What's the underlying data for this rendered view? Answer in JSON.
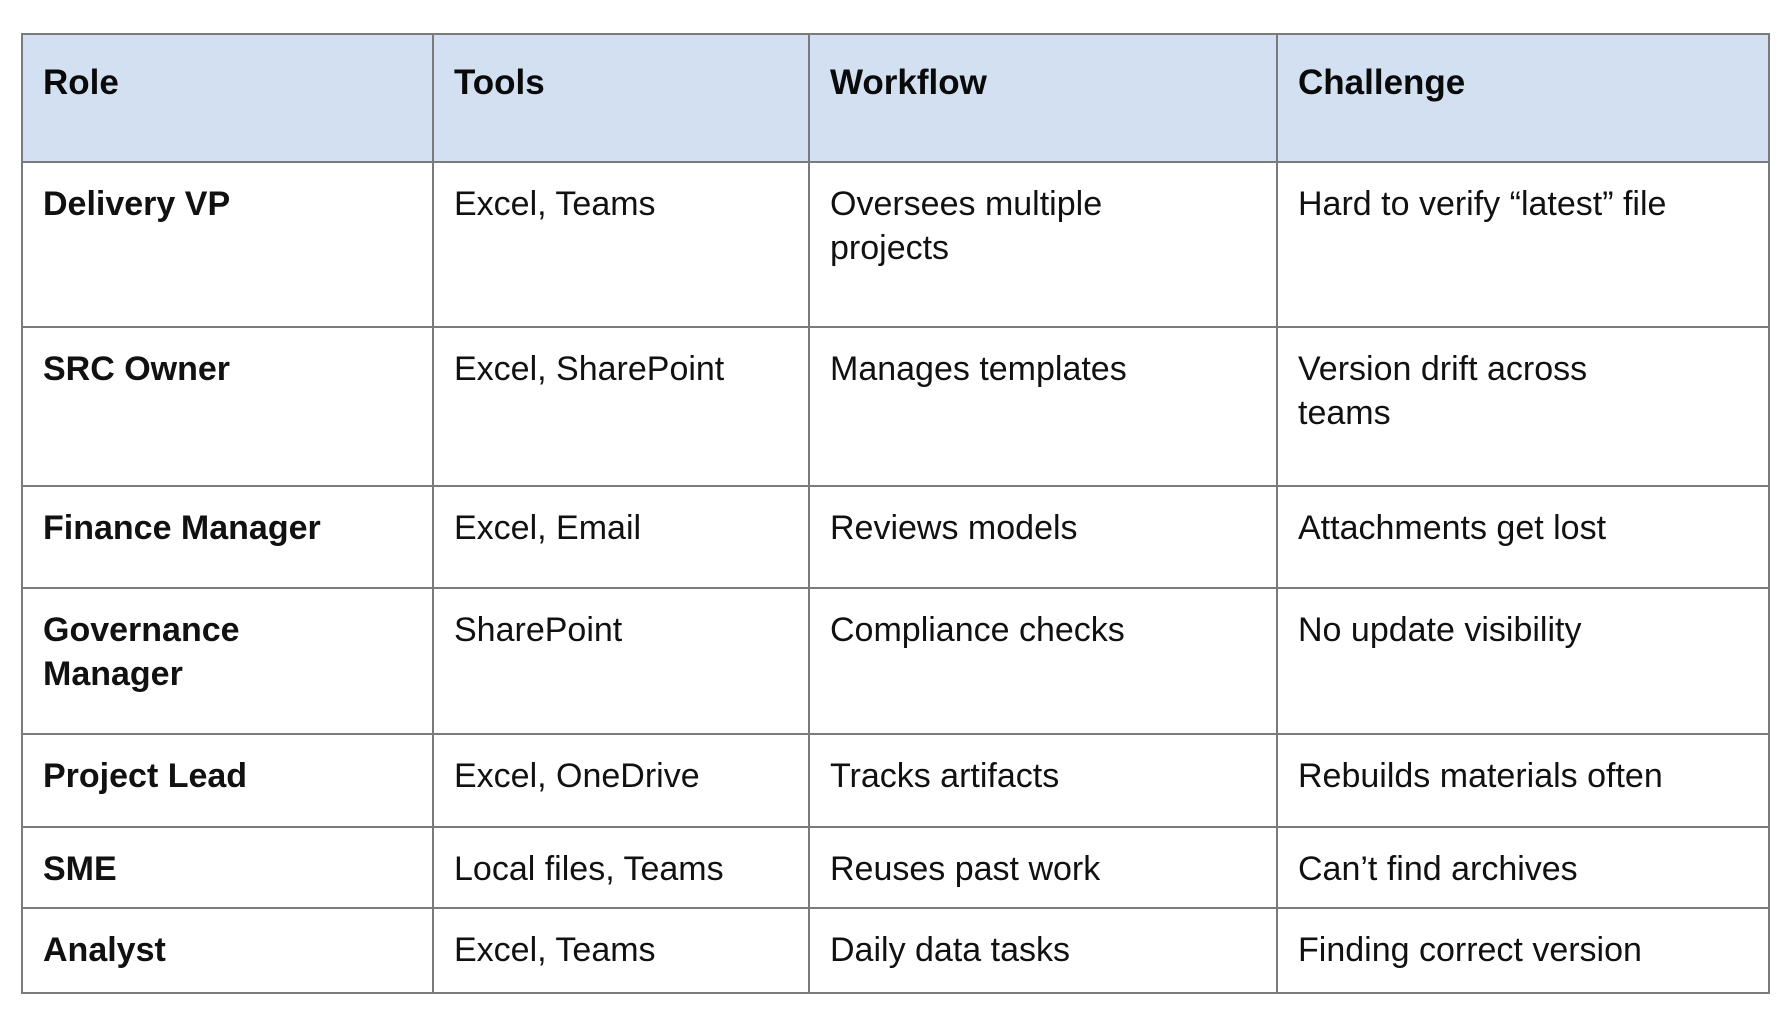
{
  "table": {
    "columns": [
      "Role",
      "Tools",
      "Workflow",
      "Challenge"
    ],
    "rows": [
      {
        "role": "Delivery VP",
        "tools": "Excel, Teams",
        "workflow": "Oversees multiple\nprojects",
        "challenge": "Hard to verify “latest” file"
      },
      {
        "role": "SRC Owner",
        "tools": "Excel, SharePoint",
        "workflow": "Manages templates",
        "challenge": "Version drift across\nteams"
      },
      {
        "role": "Finance Manager",
        "tools": "Excel, Email",
        "workflow": "Reviews models",
        "challenge": "Attachments get lost"
      },
      {
        "role": "Governance\nManager",
        "tools": "SharePoint",
        "workflow": "Compliance checks",
        "challenge": "No update visibility"
      },
      {
        "role": "Project Lead",
        "tools": "Excel, OneDrive",
        "workflow": "Tracks artifacts",
        "challenge": "Rebuilds materials often"
      },
      {
        "role": "SME",
        "tools": "Local files, Teams",
        "workflow": "Reuses past work",
        "challenge": "Can’t find archives"
      },
      {
        "role": "Analyst",
        "tools": "Excel, Teams",
        "workflow": "Daily data tasks",
        "challenge": "Finding correct version"
      }
    ],
    "colors": {
      "header_bg": "#d2e0f1",
      "border": "#7b7b7b",
      "text": "#111111",
      "page_bg": "#ffffff"
    }
  }
}
